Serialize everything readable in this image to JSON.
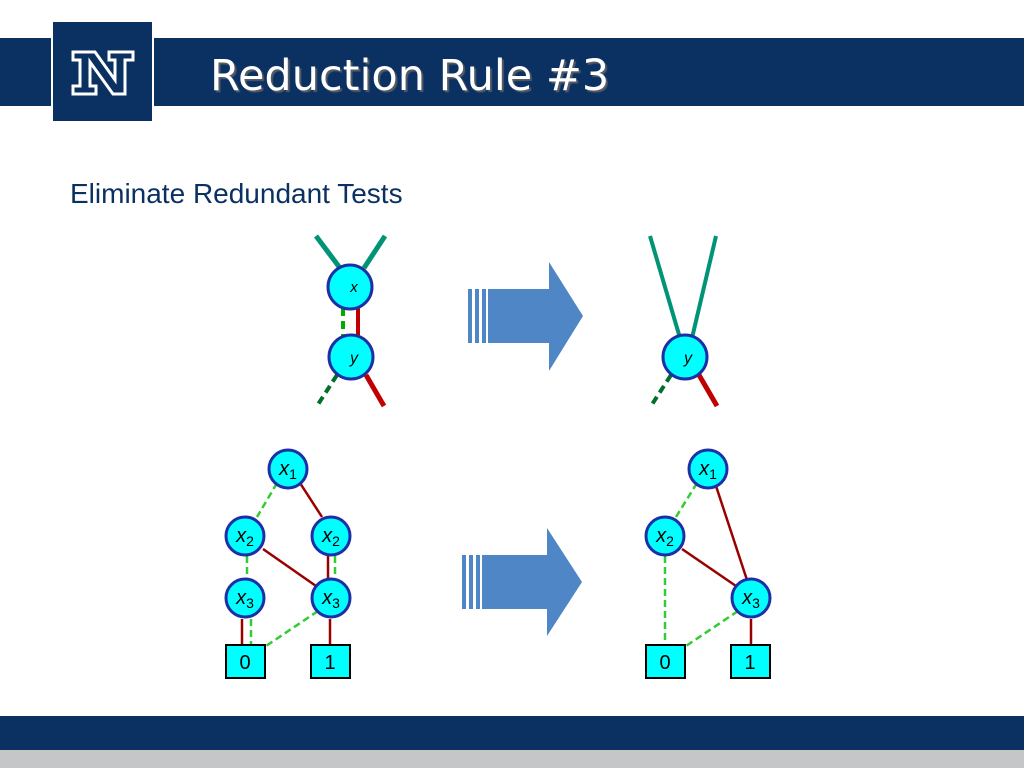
{
  "slide": {
    "title": "Reduction Rule #3",
    "subtitle": "Eliminate Redundant Tests"
  },
  "logo": {
    "icon": "university-n-logo",
    "letter": "N"
  },
  "colors": {
    "navy": "#0a3162",
    "node_fill": "#00ffff",
    "node_border": "#1c2fa6",
    "high_edge": "#c00000",
    "low_edge": "#00aa00",
    "incoming_edge": "#009477",
    "arrow": "#4f86c6"
  },
  "top_rule": {
    "before": {
      "node_x_label": "x",
      "node_y_label": "y"
    },
    "after": {
      "node_y_label": "y"
    }
  },
  "example": {
    "before": {
      "nodes": [
        {
          "var": "x",
          "sub": "1"
        },
        {
          "var": "x",
          "sub": "2"
        },
        {
          "var": "x",
          "sub": "2"
        },
        {
          "var": "x",
          "sub": "3"
        },
        {
          "var": "x",
          "sub": "3"
        }
      ],
      "terminals": [
        "0",
        "1"
      ]
    },
    "after": {
      "nodes": [
        {
          "var": "x",
          "sub": "1"
        },
        {
          "var": "x",
          "sub": "2"
        },
        {
          "var": "x",
          "sub": "3"
        }
      ],
      "terminals": [
        "0",
        "1"
      ]
    }
  }
}
